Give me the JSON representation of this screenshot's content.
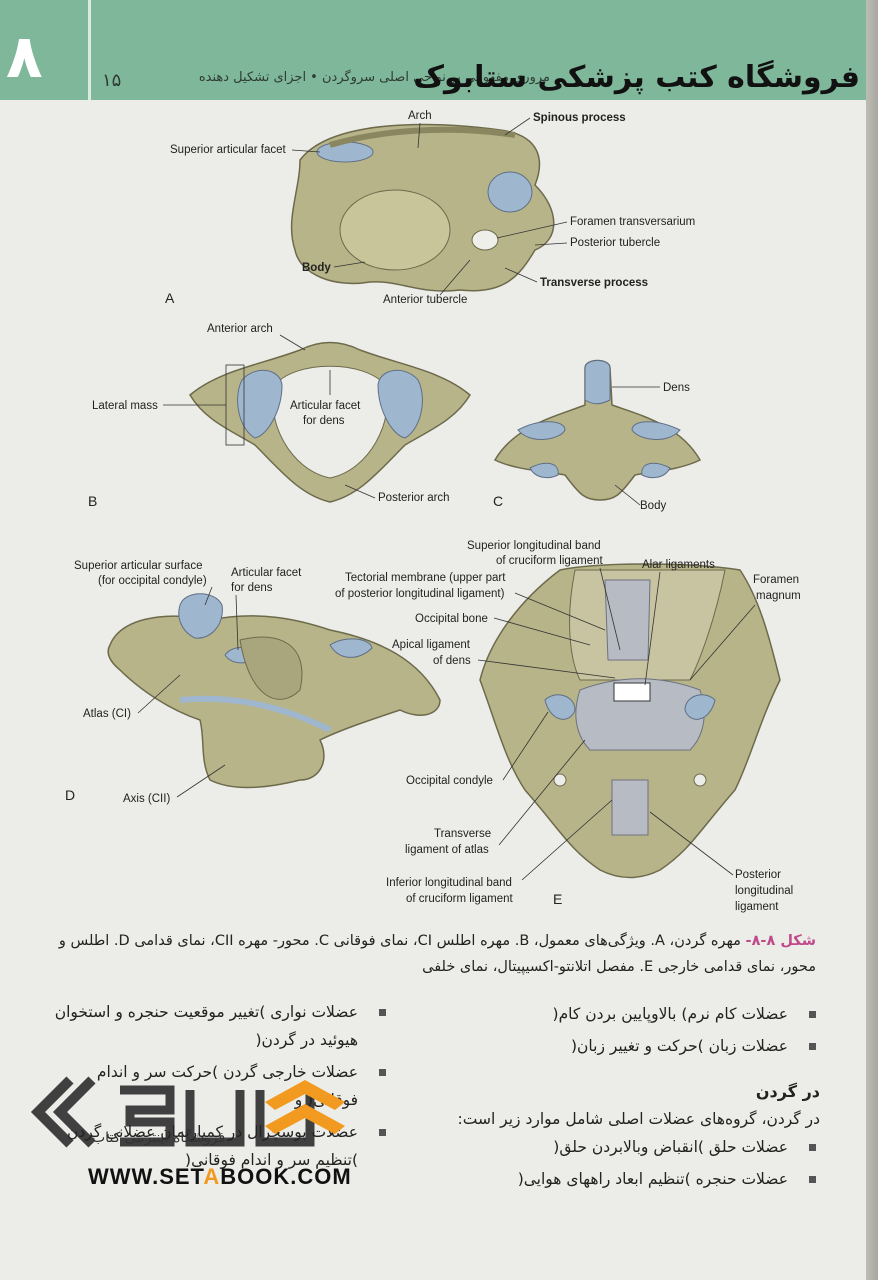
{
  "header": {
    "chapter_number": "۸",
    "page_number": "۱۵",
    "running_head": "مروری مفهومی بر نواحی اصلی سروگردن • اجزای تشکیل دهنده",
    "store_title": "فروشگاه کتب پزشکی ستابوک"
  },
  "figure": {
    "panels": {
      "a": "A",
      "b": "B",
      "c": "C",
      "d": "D",
      "e": "E"
    },
    "labels_a": {
      "arch": "Arch",
      "spinous": "Spinous process",
      "sup_facet": "Superior articular facet",
      "foramen_trans": "Foramen transversarium",
      "post_tubercle": "Posterior tubercle",
      "body": "Body",
      "trans_process": "Transverse process",
      "ant_tubercle": "Anterior tubercle"
    },
    "labels_b": {
      "anterior_arch": "Anterior arch",
      "lateral_mass": "Lateral mass",
      "facet_dens_1": "Articular facet",
      "facet_dens_2": "for dens",
      "posterior_arch": "Posterior arch"
    },
    "labels_c": {
      "dens": "Dens",
      "body": "Body"
    },
    "labels_d": {
      "sup_surface_1": "Superior articular surface",
      "sup_surface_2": "(for occipital condyle)",
      "facet_1": "Articular facet",
      "facet_2": "for dens",
      "atlas": "Atlas (CI)",
      "axis": "Axis (CII)"
    },
    "labels_e": {
      "sup_band_1": "Superior longitudinal band",
      "sup_band_2": "of cruciform ligament",
      "alar": "Alar ligaments",
      "foramen_1": "Foramen",
      "foramen_2": "magnum",
      "tectorial_1": "Tectorial membrane (upper part",
      "tectorial_2": "of posterior longitudinal ligament)",
      "occipital_bone": "Occipital bone",
      "apical_1": "Apical ligament",
      "apical_2": "of dens",
      "occ_condyle": "Occipital condyle",
      "transverse_1": "Transverse",
      "transverse_2": "ligament of atlas",
      "inf_band_1": "Inferior longitudinal band",
      "inf_band_2": "of cruciform ligament",
      "post_long_1": "Posterior",
      "post_long_2": "longitudinal",
      "post_long_3": "ligament"
    }
  },
  "caption": {
    "figure_number": "شکل ۸-۸-",
    "text": " مهره گردن، A. ویژگی‌های معمول، B. مهره اطلس CI، نمای فوقانی C. محور- مهره CII، نمای قدامی D. اطلس و محور، نمای قدامی خارجی E. مفصل اتلانتو-اکسیپیتال، نمای خلفی"
  },
  "right_column": {
    "bullets": [
      "عضلات کام نرم) بالاوپایین بردن کام(",
      "عضلات زبان )حرکت و تغییر زبان("
    ],
    "section_title": "در گردن",
    "section_intro": "در گردن، گروه‌های عضلات اصلی شامل موارد زیر است:",
    "section_bullets": [
      "عضلات حلق )انقباض وبالابردن حلق(",
      "عضلات حنجره )تنظیم ابعاد راههای هوایی("
    ]
  },
  "left_column": {
    "bullets": [
      "عضلات نواری )تغییر موقعیت حنجره و استخوان هیوئید در گردن(",
      "عضلات خارجی گردن )حرکت سر و اندام فوقانی( و",
      "عضلات پوسچرال در کمپارتمان عضلانی گردن )تنظیم سر و اندام فوقانی("
    ]
  },
  "watermark": {
    "url_pre": "WWW.SET",
    "url_accent": "A",
    "url_post": "BOOK.COM",
    "subtitle": "فروشگاه اینترنتی کتاب"
  },
  "colors": {
    "header_green": "#7fb79a",
    "bone": "#b8b489",
    "cartilage": "#9fb6cf",
    "ligament": "#b7bcc4",
    "fig_num": "#c04a8a",
    "wm_orange": "#f29a1f"
  }
}
